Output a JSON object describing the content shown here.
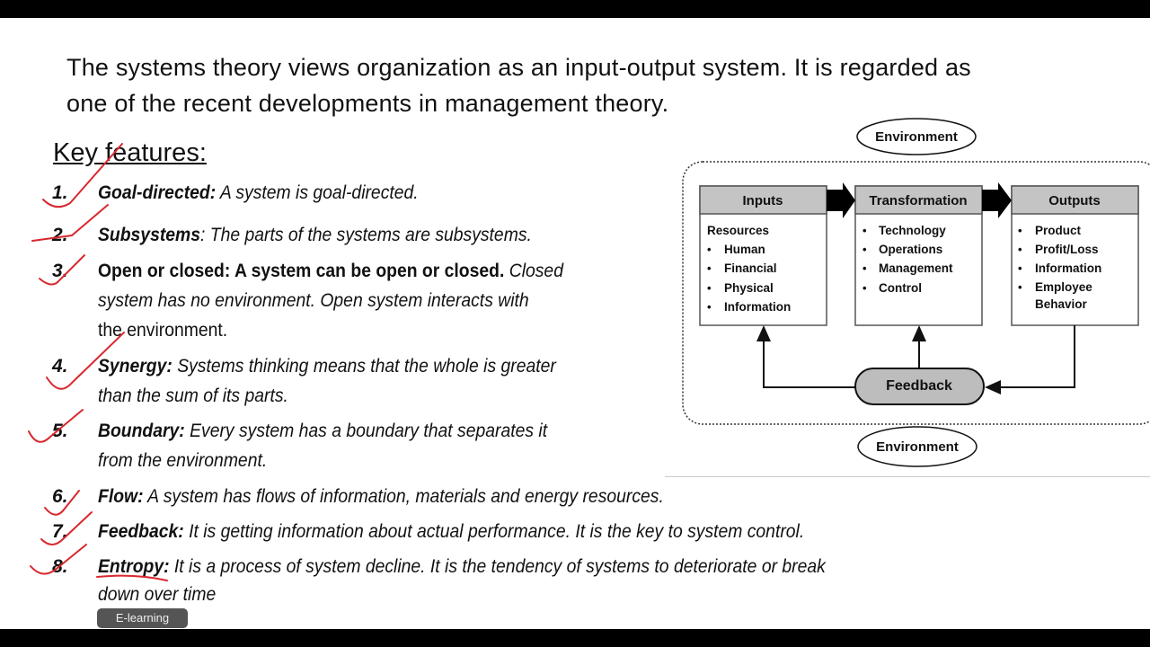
{
  "title_lines": [
    "The systems theory views organization as an input-output system. It is regarded as",
    "one of the recent developments in management theory."
  ],
  "key_features": "Key features:",
  "items": [
    {
      "num": "1.",
      "term": "Goal-directed:",
      "text": " A system is goal-directed."
    },
    {
      "num": "2.",
      "term": "Subsystems",
      "text": ": The parts of the systems are subsystems."
    },
    {
      "num": "3.",
      "term": "Open or closed: A system can be open or closed.",
      "text": " Closed",
      "line2": " system has no environment. Open system interacts with",
      "line3": "the environment."
    },
    {
      "num": "4.",
      "term": "Synergy:",
      "text": " Systems thinking means that the whole is greater",
      "line2": "than the sum of its parts."
    },
    {
      "num": "5.",
      "term": "Boundary:",
      "text": " Every system has a boundary that separates it",
      "line2": "from the environment."
    },
    {
      "num": "6.",
      "term": "Flow:",
      "text": " A system has flows of information, materials and energy resources."
    },
    {
      "num": "7.",
      "term": "Feedback:",
      "text": " It is getting information about actual performance.  It is the key to system control."
    },
    {
      "num": "8.",
      "term": "Entropy:",
      "text": " It is a process of system decline. It is the tendency of systems to  deteriorate or break",
      "line2": "down over time"
    }
  ],
  "badge": "E-learning",
  "diagram": {
    "env_top": "Environment",
    "env_bottom": "Environment",
    "inputs": {
      "header": "Inputs",
      "sub": "Resources",
      "items": [
        "Human",
        "Financial",
        "Physical",
        "Information"
      ]
    },
    "transformation": {
      "header": "Transformation",
      "items": [
        "Technology",
        "Operations",
        "Management",
        "Control"
      ]
    },
    "outputs": {
      "header": "Outputs",
      "items": [
        "Product",
        "Profit/Loss",
        "Information",
        "Employee",
        "Behavior"
      ]
    },
    "feedback": "Feedback"
  },
  "colors": {
    "annotation": "#d8282e",
    "header_fill": "#c4c4c4",
    "feedback_fill": "#bdbdbd"
  }
}
